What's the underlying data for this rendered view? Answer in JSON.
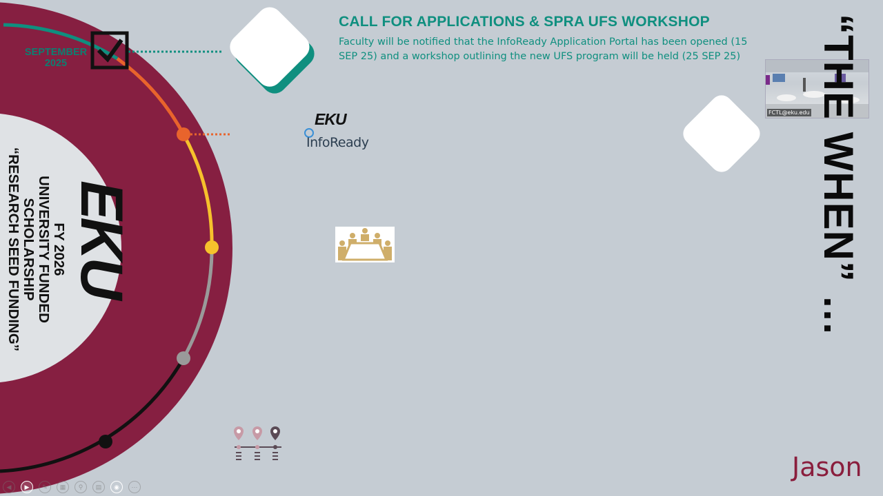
{
  "slide": {
    "title": "CALL FOR APPLICATIONS & SPRA UFS WORKSHOP",
    "description": "Faculty will be notified that the InfoReady Application Portal has been opened (15 SEP 25) and a workshop outlining the new UFS program will be held (25 SEP 25)"
  },
  "timeline": {
    "month": "SEPTEMBER",
    "year": "2025"
  },
  "branding": {
    "eku_logo": "EKU",
    "fiscal_year": "FY 2026",
    "line1": "UNIVERSITY FUNDED",
    "line2": "SCHOLARSHIP",
    "line3": "“RESEARCH SEED FUNDING”",
    "small_logo": "EKU",
    "infoready": "InfoReady"
  },
  "side_heading": "“THE WHEN”",
  "side_ellipsis": "…",
  "webcam": {
    "label": "FCTL@eku.edu"
  },
  "presenter": "Jason",
  "colors": {
    "maroon": "#861f41",
    "teal": "#0f8f7f",
    "orange": "#e8642c",
    "gold": "#f6c12c",
    "gray": "#9a9a9a",
    "black": "#111111"
  },
  "icons": {
    "check": "checkmark-icon",
    "meeting": "meeting-table-icon",
    "pins": "location-pins-icon"
  }
}
